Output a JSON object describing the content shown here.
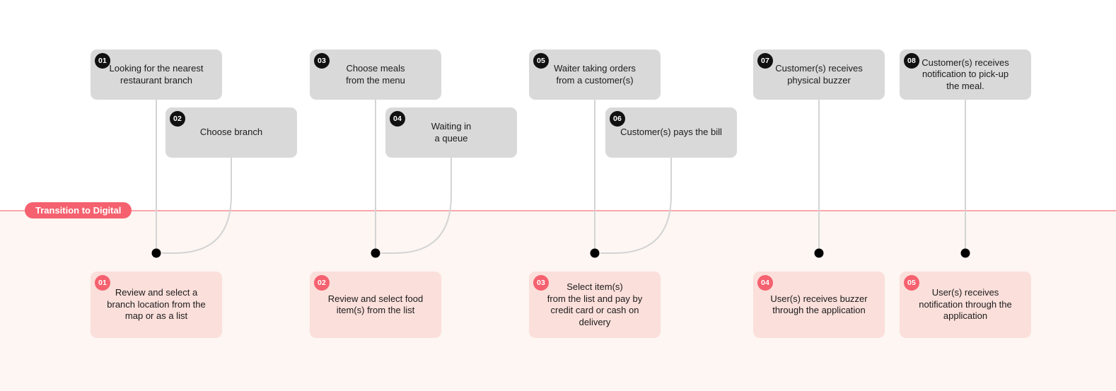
{
  "divider": {
    "label": "Transition to Digital"
  },
  "physical_row": {
    "steps": [
      {
        "num": "01",
        "label": "Looking for the nearest\nrestaurant branch"
      },
      {
        "num": "02",
        "label": "Choose branch"
      },
      {
        "num": "03",
        "label": "Choose meals\nfrom the menu"
      },
      {
        "num": "04",
        "label": "Waiting in\na queue"
      },
      {
        "num": "05",
        "label": "Waiter taking orders\nfrom a customer(s)"
      },
      {
        "num": "06",
        "label": "Customer(s) pays the bill"
      },
      {
        "num": "07",
        "label": "Customer(s) receives\nphysical buzzer"
      },
      {
        "num": "08",
        "label": "Customer(s) receives\nnotification to pick-up\nthe meal."
      }
    ]
  },
  "digital_row": {
    "steps": [
      {
        "num": "01",
        "label": "Review and select a\nbranch location from the\nmap or as a list"
      },
      {
        "num": "02",
        "label": "Review and select food\nitem(s) from the list"
      },
      {
        "num": "03",
        "label": "Select item(s)\nfrom the list and pay by\ncredit card or cash on\ndelivery"
      },
      {
        "num": "04",
        "label": "User(s) receives buzzer\nthrough the application"
      },
      {
        "num": "05",
        "label": "User(s) receives\nnotification through the\napplication"
      }
    ]
  },
  "colors": {
    "physical_box": "#d9d9d9",
    "physical_badge": "#111111",
    "digital_box": "#fbdfdb",
    "digital_badge": "#f5616f",
    "divider_pill": "#f5616f",
    "divider_line": "#f9a7ad",
    "lower_background": "#fdf6f2",
    "upper_background": "#ffffff",
    "connector_line": "#d4d4d4",
    "dot": "#000000"
  }
}
